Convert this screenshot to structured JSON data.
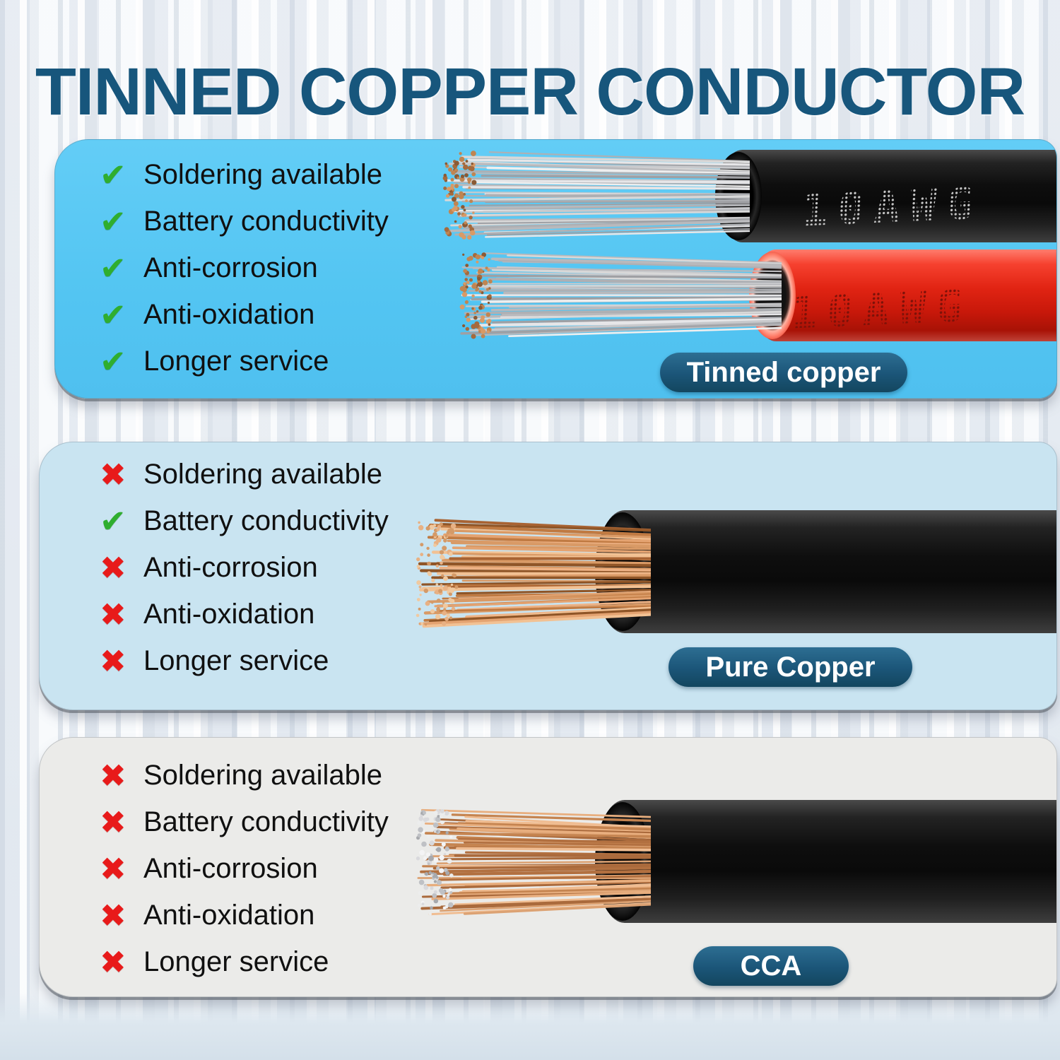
{
  "title": "TINNED COPPER CONDUCTOR",
  "features": [
    "Soldering available",
    "Battery conductivity",
    "Anti-corrosion",
    "Anti-oxidation",
    "Longer service"
  ],
  "glyphs": {
    "check": "✔",
    "cross": "✖"
  },
  "cable_print": "10AWG",
  "panels": [
    {
      "id": "tinned-copper",
      "label": "Tinned copper",
      "marks": [
        "check",
        "check",
        "check",
        "check",
        "check"
      ],
      "cables": [
        "black 10AWG cable with tinned strands",
        "red 10AWG cable with tinned strands"
      ]
    },
    {
      "id": "pure-copper",
      "label": "Pure Copper",
      "marks": [
        "cross",
        "check",
        "cross",
        "cross",
        "cross"
      ],
      "cables": [
        "black cable with bare copper strands"
      ]
    },
    {
      "id": "cca",
      "label": "CCA",
      "marks": [
        "cross",
        "cross",
        "cross",
        "cross",
        "cross"
      ],
      "cables": [
        "black cable with copper-clad aluminum strands"
      ]
    }
  ],
  "colors": {
    "title": "#17567C",
    "panel1_bg": "#55C6F2",
    "panel2_bg": "#C9E4F1",
    "panel3_bg": "#EBEBE9",
    "pill_bg": "#1B5578",
    "check_green": "#2FAE2F",
    "cross_red": "#E81A1A",
    "cable_red": "#E12413",
    "cable_black": "#111111",
    "tinned_strand": "#C9CACC",
    "copper_strand": "#C8834F"
  }
}
